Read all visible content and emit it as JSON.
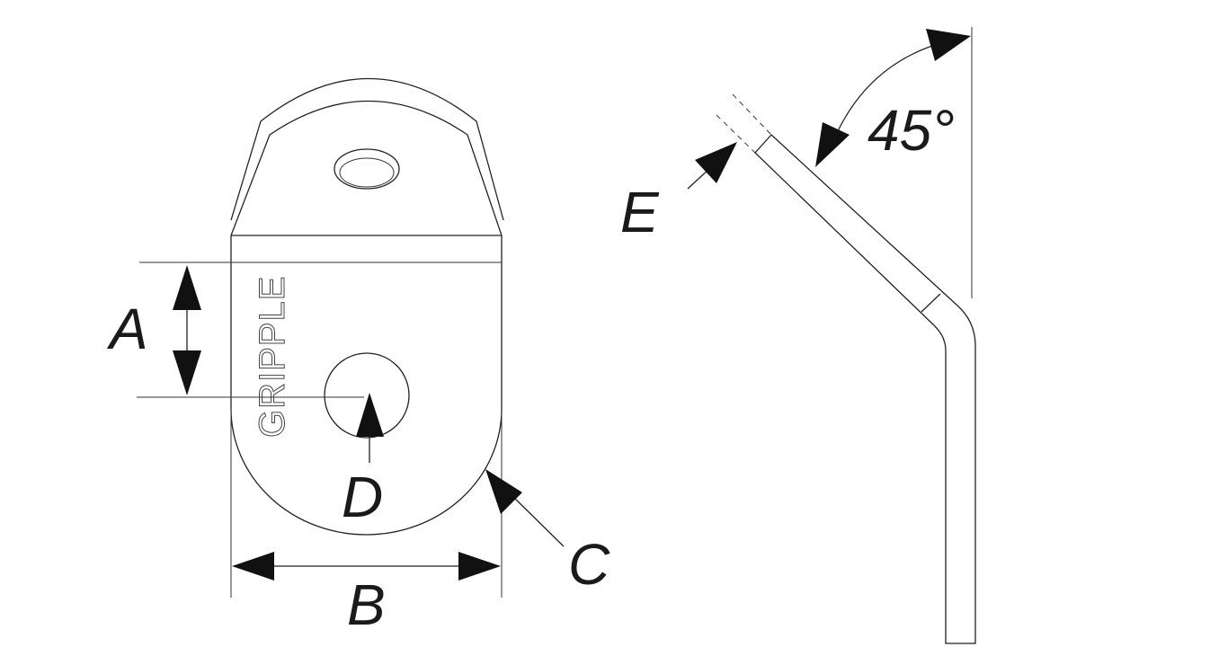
{
  "labels": {
    "a": "A",
    "b": "B",
    "c": "C",
    "d": "D",
    "e": "E",
    "angle": "45°"
  },
  "brand": "GRIPPLE"
}
